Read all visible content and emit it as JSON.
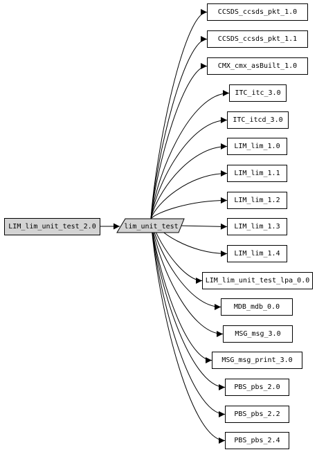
{
  "colors": {
    "root_fill": "#d3d3d3",
    "center_fill": "#d3d3d3",
    "node_fill": "#ffffff",
    "stroke": "#000000"
  },
  "root_node": {
    "label": "LIM_lim_unit_test_2.0"
  },
  "center_node": {
    "label": "lim_unit_test"
  },
  "dependencies": [
    {
      "label": "CCSDS_ccsds_pkt_1.0"
    },
    {
      "label": "CCSDS_ccsds_pkt_1.1"
    },
    {
      "label": "CMX_cmx_asBuilt_1.0"
    },
    {
      "label": "ITC_itc_3.0"
    },
    {
      "label": "ITC_itcd_3.0"
    },
    {
      "label": "LIM_lim_1.0"
    },
    {
      "label": "LIM_lim_1.1"
    },
    {
      "label": "LIM_lim_1.2"
    },
    {
      "label": "LIM_lim_1.3"
    },
    {
      "label": "LIM_lim_1.4"
    },
    {
      "label": "LIM_lim_unit_test_lpa_0.0"
    },
    {
      "label": "MDB_mdb_0.0"
    },
    {
      "label": "MSG_msg_3.0"
    },
    {
      "label": "MSG_msg_print_3.0"
    },
    {
      "label": "PBS_pbs_2.0"
    },
    {
      "label": "PBS_pbs_2.2"
    },
    {
      "label": "PBS_pbs_2.4"
    }
  ]
}
